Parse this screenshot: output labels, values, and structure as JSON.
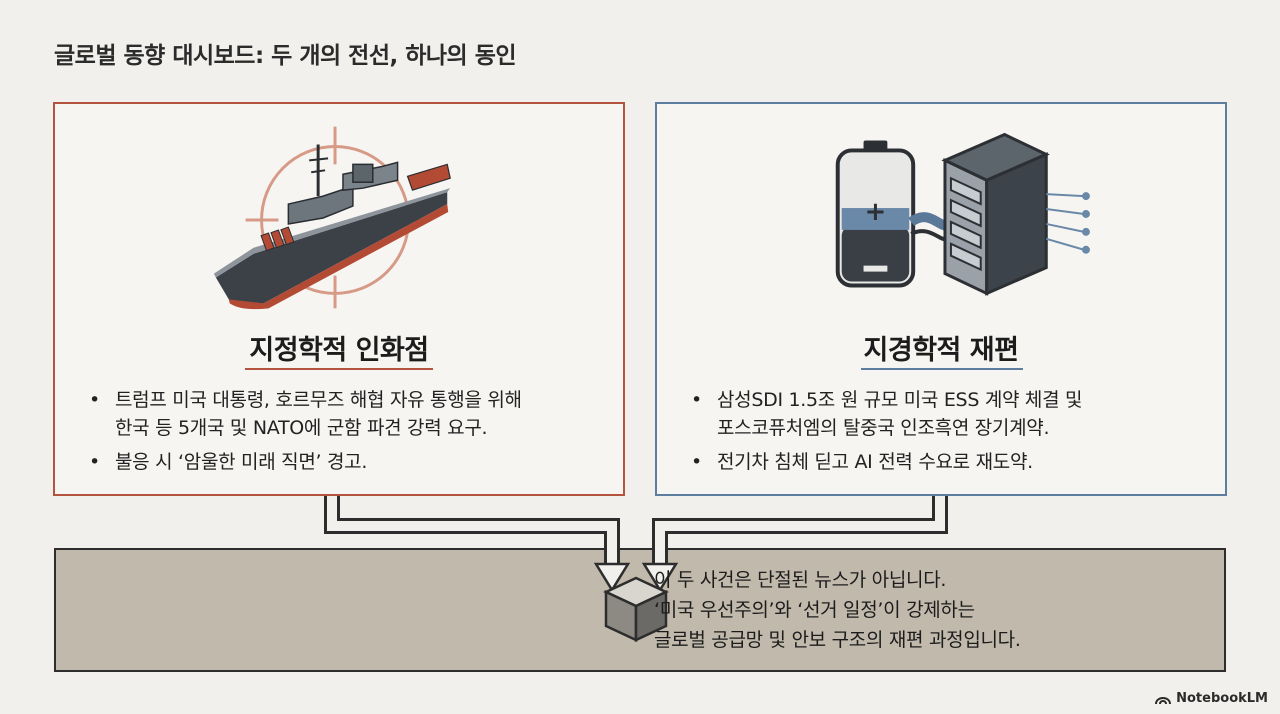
{
  "title": "글로벌 동향 대시보드: 두 개의 전선, 하나의 동인",
  "left_panel": {
    "heading": "지정학적 인화점",
    "bullets": [
      {
        "lines": [
          "트럼프 미국 대통령, 호르무즈 해협 자유 통행을 위해",
          "한국 등 5개국 및 NATO에 군함 파견 강력 요구."
        ]
      },
      {
        "lines": [
          "불응 시 ‘암울한 미래 직면’ 경고."
        ]
      }
    ],
    "icon": "warship-crosshair-icon",
    "accent": "#b5543e"
  },
  "right_panel": {
    "heading": "지경학적 재편",
    "bullets": [
      {
        "lines": [
          "삼성SDI 1.5조 원 규모 미국 ESS 계약 체결 및",
          "포스코퓨처엠의 탈중국 인조흑연 장기계약."
        ]
      },
      {
        "lines": [
          "전기차 침체 딛고 AI 전력 수요로 재도약."
        ]
      }
    ],
    "icon": "battery-server-icon",
    "accent": "#5e7ea0"
  },
  "conclusion": {
    "lines": [
      "이 두 사건은 단절된 뉴스가 아닙니다.",
      "‘미국 우선주의’와 ‘선거 일정’이 강제하는",
      "글로벌 공급망 및 안보 구조의 재편 과정입니다."
    ],
    "icon": "box-icon",
    "background": "#c1b9ab"
  },
  "watermark": "NotebookLM"
}
